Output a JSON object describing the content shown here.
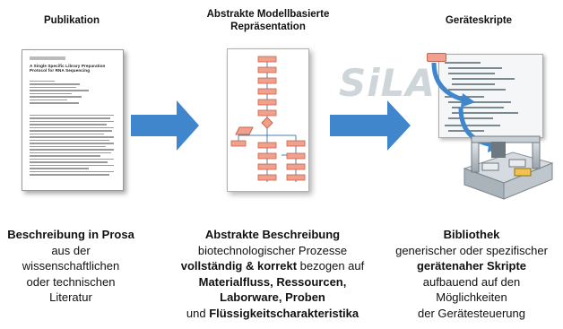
{
  "columns": [
    {
      "heading": "Publikation",
      "caption": [
        [
          {
            "t": "Beschreibung in Prosa",
            "b": true
          }
        ],
        [
          {
            "t": "aus der",
            "b": false
          }
        ],
        [
          {
            "t": "wissenschaftlichen",
            "b": false
          }
        ],
        [
          {
            "t": "oder technischen",
            "b": false
          }
        ],
        [
          {
            "t": "Literatur",
            "b": false
          }
        ]
      ]
    },
    {
      "heading_line1": "Abstrakte Modellbasierte",
      "heading_line2": "Repräsentation",
      "caption": [
        [
          {
            "t": "Abstrakte Beschreibung",
            "b": true
          }
        ],
        [
          {
            "t": "biotechnologischer Prozesse",
            "b": false
          }
        ],
        [
          {
            "t": "vollständig & korrekt",
            "b": true
          },
          {
            "t": " bezogen auf",
            "b": false
          }
        ],
        [
          {
            "t": "Materialfluss, Ressourcen,",
            "b": true
          }
        ],
        [
          {
            "t": "Laborware, Proben",
            "b": true
          }
        ],
        [
          {
            "t": "und ",
            "b": false
          },
          {
            "t": "Flüssigkeitscharakteristika",
            "b": true
          }
        ]
      ]
    },
    {
      "heading": "Geräteskripte",
      "caption": [
        [
          {
            "t": "Bibliothek",
            "b": true
          }
        ],
        [
          {
            "t": "generischer oder spezifischer",
            "b": false
          }
        ],
        [
          {
            "t": "gerätenaher Skripte",
            "b": true
          }
        ],
        [
          {
            "t": "aufbauend auf den",
            "b": false
          }
        ],
        [
          {
            "t": "Möglichkeiten",
            "b": false
          }
        ],
        [
          {
            "t": "der Gerätesteuerung",
            "b": false
          }
        ]
      ]
    }
  ],
  "paper_title": "A Single Specific Library Preparation Protocol for RNA Sequencing",
  "sila_text": "SiLA",
  "colors": {
    "arrow": "#3f86cc",
    "process_box": "#f0a08c",
    "process_stroke": "#c9634b",
    "flow_line": "#4a7fb5",
    "decision": "#f0a08c"
  },
  "icons": [
    "document-thumbnail-icon",
    "flowchart-icon",
    "code-screen-icon",
    "lab-robot-icon"
  ]
}
